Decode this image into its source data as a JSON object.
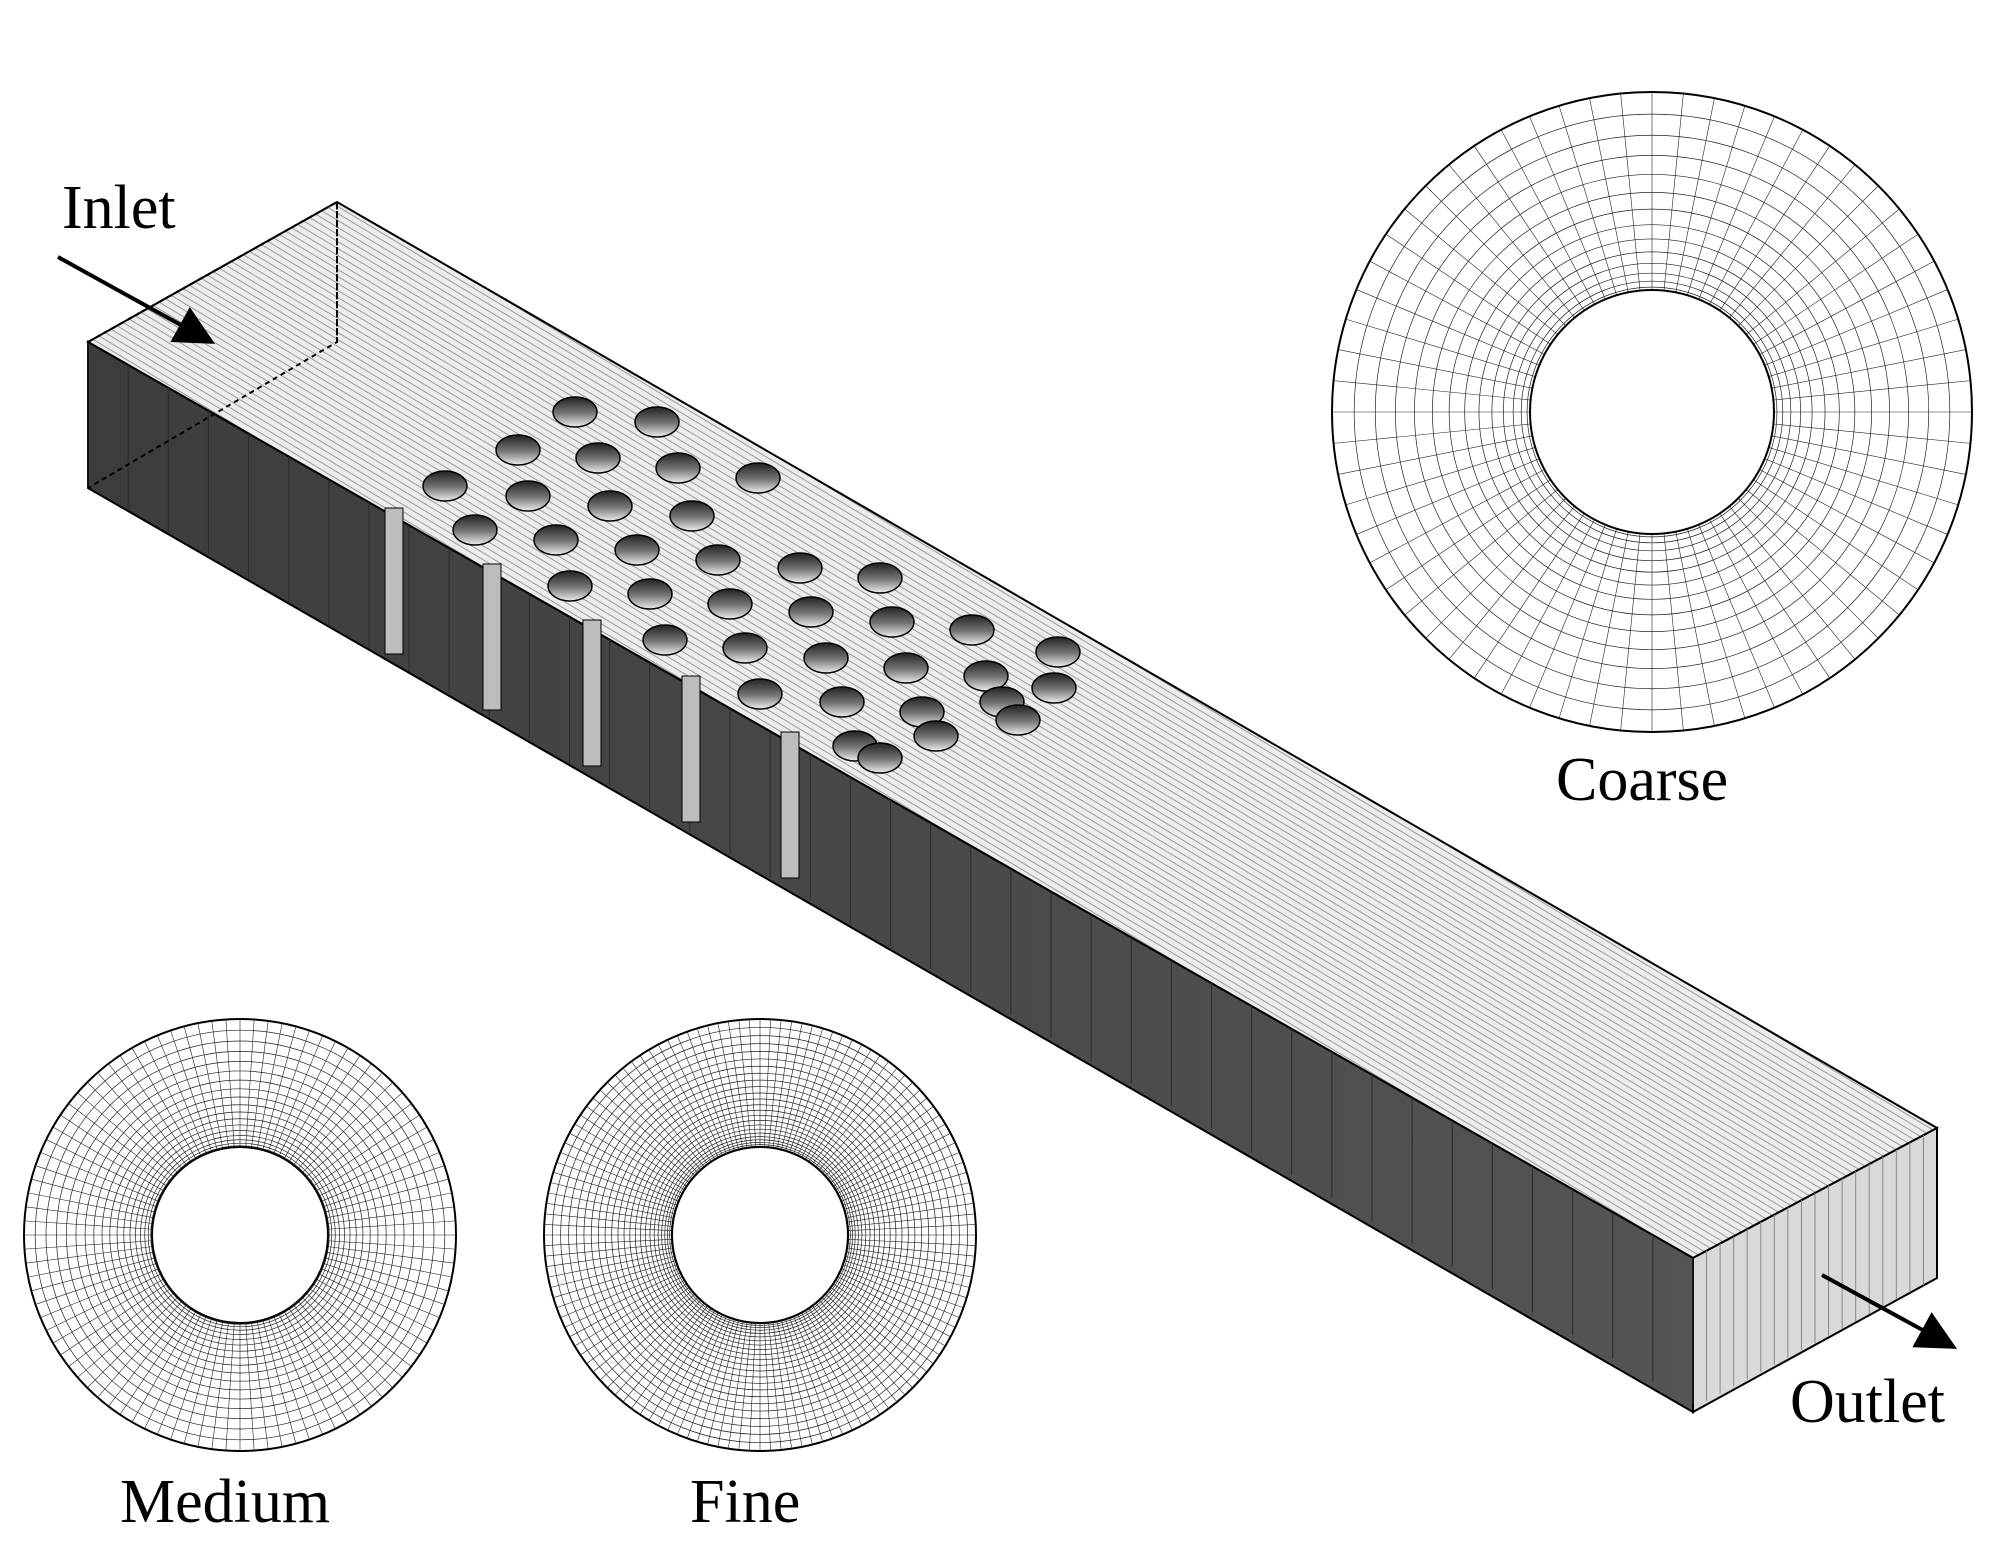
{
  "labels": {
    "inlet": "Inlet",
    "outlet": "Outlet",
    "coarse": "Coarse",
    "medium": "Medium",
    "fine": "Fine"
  },
  "colors": {
    "side_face": "#4a4a4a",
    "top_face": "#e6e6e6",
    "mesh_line": "#1a1a1a"
  },
  "icons": {
    "inlet_arrow": "arrow-icon",
    "outlet_arrow": "arrow-icon"
  },
  "mesh_refinements": [
    "Coarse",
    "Medium",
    "Fine"
  ]
}
